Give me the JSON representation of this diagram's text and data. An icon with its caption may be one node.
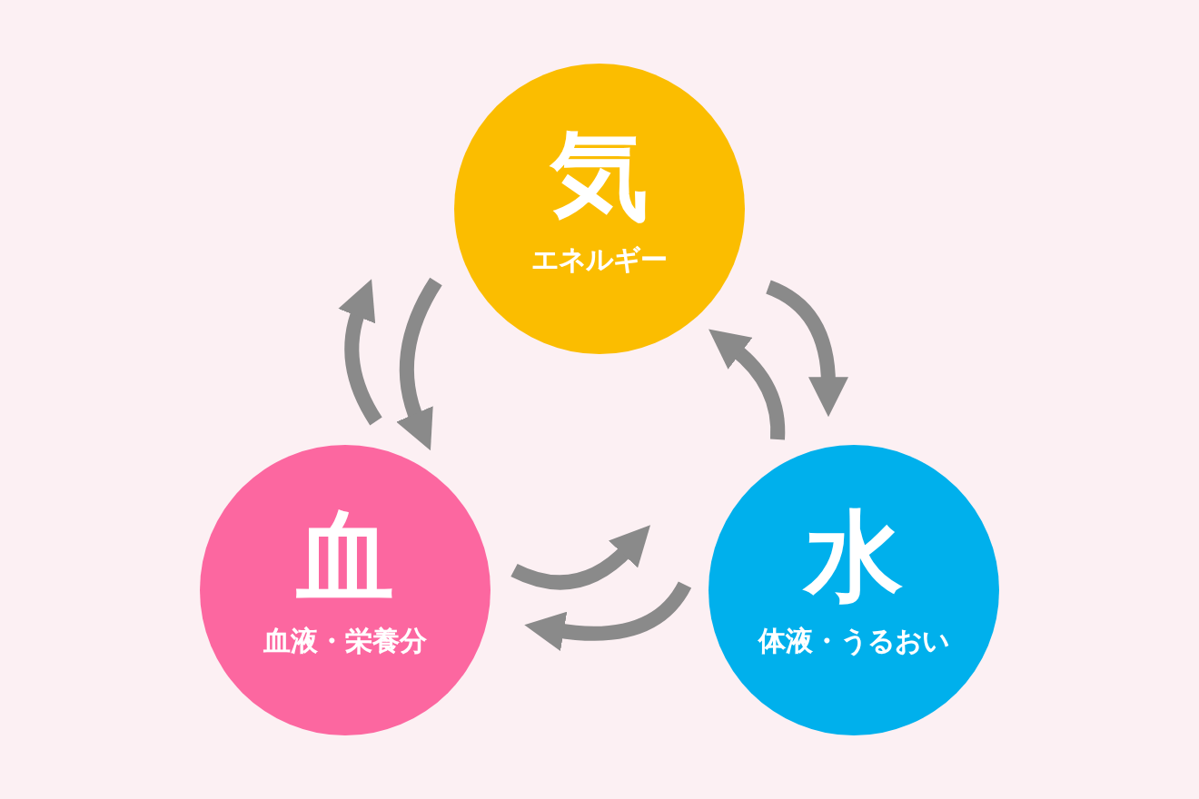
{
  "diagram": {
    "nodes": [
      {
        "text": [
          "気",
          "エネルギー"
        ]
      },
      {
        "text": [
          "血",
          "血液・栄養分"
        ]
      },
      {
        "text": [
          "水",
          "体液・うるおい"
        ]
      }
    ],
    "edges": [
      {
        "from": 0,
        "to": 1,
        "arrow": "to"
      },
      {
        "from": 1,
        "to": 0,
        "arrow": "to"
      },
      {
        "from": 0,
        "to": 2,
        "arrow": "to"
      },
      {
        "from": 2,
        "to": 0,
        "arrow": "to"
      },
      {
        "from": 1,
        "to": 2,
        "arrow": "to"
      },
      {
        "from": 2,
        "to": 1,
        "arrow": "to"
      }
    ]
  }
}
